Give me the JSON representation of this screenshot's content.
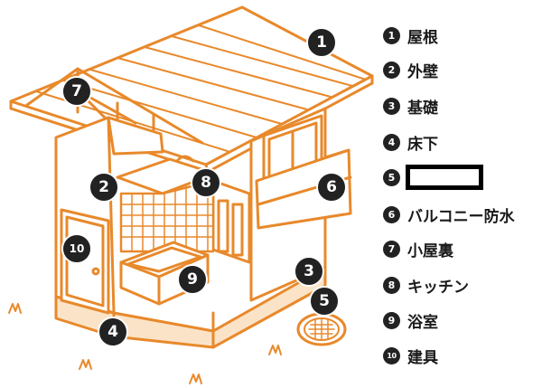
{
  "diagram": {
    "colors": {
      "stroke": "#e8892b",
      "fill_light": "#fbe3c8",
      "badge": "#222222"
    },
    "callouts": [
      {
        "id": "callout-1",
        "number": "1"
      },
      {
        "id": "callout-2",
        "number": "2"
      },
      {
        "id": "callout-3",
        "number": "3"
      },
      {
        "id": "callout-4",
        "number": "4"
      },
      {
        "id": "callout-5",
        "number": "5"
      },
      {
        "id": "callout-6",
        "number": "6"
      },
      {
        "id": "callout-7",
        "number": "7"
      },
      {
        "id": "callout-8",
        "number": "8"
      },
      {
        "id": "callout-9",
        "number": "9"
      },
      {
        "id": "callout-10",
        "number": "10"
      }
    ]
  },
  "legend": {
    "items": [
      {
        "number": "1",
        "label": "屋根"
      },
      {
        "number": "2",
        "label": "外壁"
      },
      {
        "number": "3",
        "label": "基礎"
      },
      {
        "number": "4",
        "label": "床下"
      },
      {
        "number": "5",
        "label": ""
      },
      {
        "number": "6",
        "label": "バルコニー防水"
      },
      {
        "number": "7",
        "label": "小屋裏"
      },
      {
        "number": "8",
        "label": "キッチン"
      },
      {
        "number": "9",
        "label": "浴室"
      },
      {
        "number": "10",
        "label": "建具"
      }
    ]
  }
}
